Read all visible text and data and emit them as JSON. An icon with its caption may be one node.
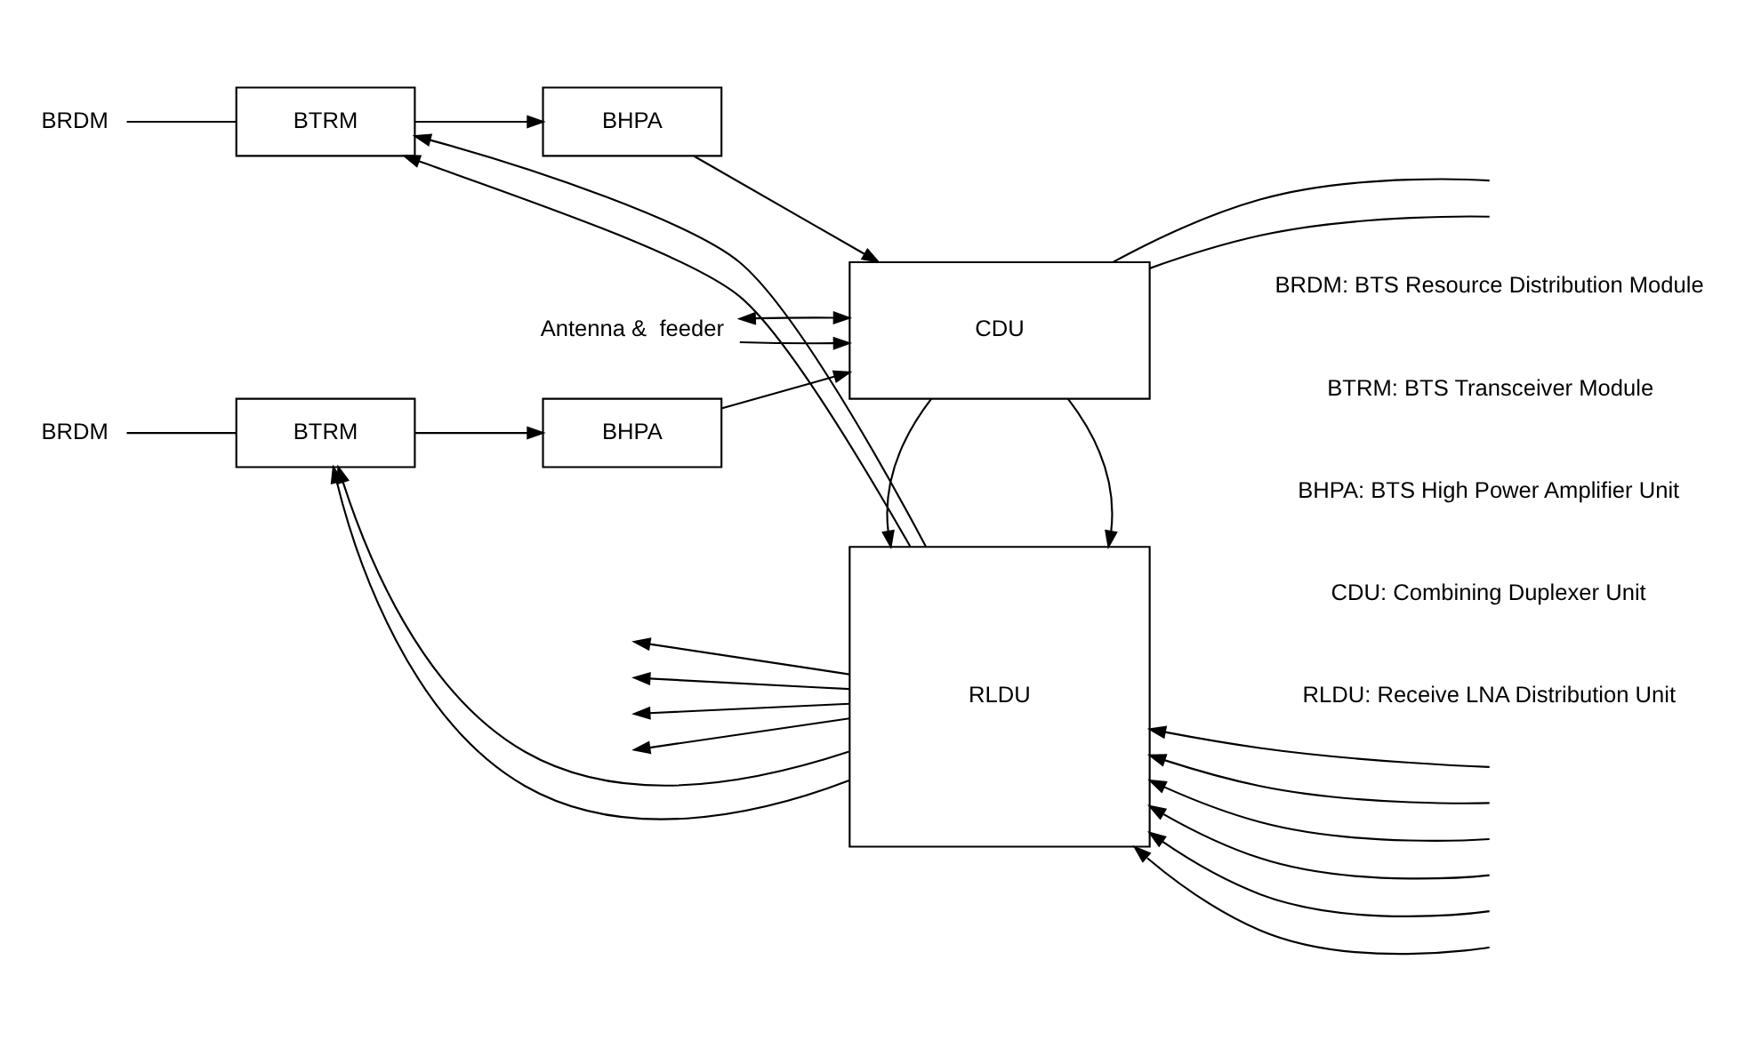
{
  "diagram": {
    "nodes": [
      {
        "text": [
          "BRDM"
        ]
      },
      {
        "text": [
          "BTRM"
        ]
      },
      {
        "text": [
          "BHPA"
        ]
      },
      {
        "text": [
          "CDU"
        ]
      },
      {
        "text": [
          "Antenna &  feeder"
        ]
      },
      {
        "text": [
          "BRDM"
        ]
      },
      {
        "text": [
          "BTRM"
        ]
      },
      {
        "text": [
          "BHPA"
        ]
      },
      {
        "text": [
          "RLDU"
        ]
      }
    ],
    "edges": [
      {
        "from": 0,
        "to": 1,
        "arrow": "none"
      },
      {
        "from": 1,
        "to": 2,
        "arrow": "to"
      },
      {
        "from": 2,
        "to": 3,
        "arrow": "to"
      },
      {
        "from": 4,
        "to": 3,
        "arrow": "to"
      },
      {
        "from": 4,
        "to": 3,
        "arrow": "both"
      },
      {
        "from": 8,
        "to": 1,
        "arrow": "to"
      },
      {
        "from": 8,
        "to": 1,
        "arrow": "to"
      },
      {
        "from": 5,
        "to": 6,
        "arrow": "none"
      },
      {
        "from": 6,
        "to": 7,
        "arrow": "to"
      },
      {
        "from": 7,
        "to": 3,
        "arrow": "to"
      },
      {
        "from": 8,
        "to": 6,
        "arrow": "to"
      },
      {
        "from": 8,
        "to": 6,
        "arrow": "to"
      },
      {
        "from": 3,
        "to": 8,
        "arrow": "to"
      },
      {
        "from": 3,
        "to": 8,
        "arrow": "to"
      },
      {
        "from": 3,
        "to": null,
        "arrow": "none"
      },
      {
        "from": 3,
        "to": null,
        "arrow": "none"
      },
      {
        "from": null,
        "to": 8,
        "arrow": "to"
      },
      {
        "from": null,
        "to": 8,
        "arrow": "to"
      },
      {
        "from": null,
        "to": 8,
        "arrow": "to"
      },
      {
        "from": null,
        "to": 8,
        "arrow": "to"
      },
      {
        "from": null,
        "to": 8,
        "arrow": "to"
      },
      {
        "from": null,
        "to": 8,
        "arrow": "to"
      },
      {
        "from": 8,
        "to": null,
        "arrow": "to"
      },
      {
        "from": 8,
        "to": null,
        "arrow": "to"
      },
      {
        "from": 8,
        "to": null,
        "arrow": "to"
      },
      {
        "from": 8,
        "to": null,
        "arrow": "to"
      }
    ],
    "labels": [
      "BRDM: BTS Resource Distribution Module",
      "BTRM: BTS Transceiver Module",
      "BHPA: BTS High Power Amplifier Unit",
      "CDU: Combining Duplexer Unit",
      "RLDU: Receive LNA Distribution Unit"
    ]
  }
}
